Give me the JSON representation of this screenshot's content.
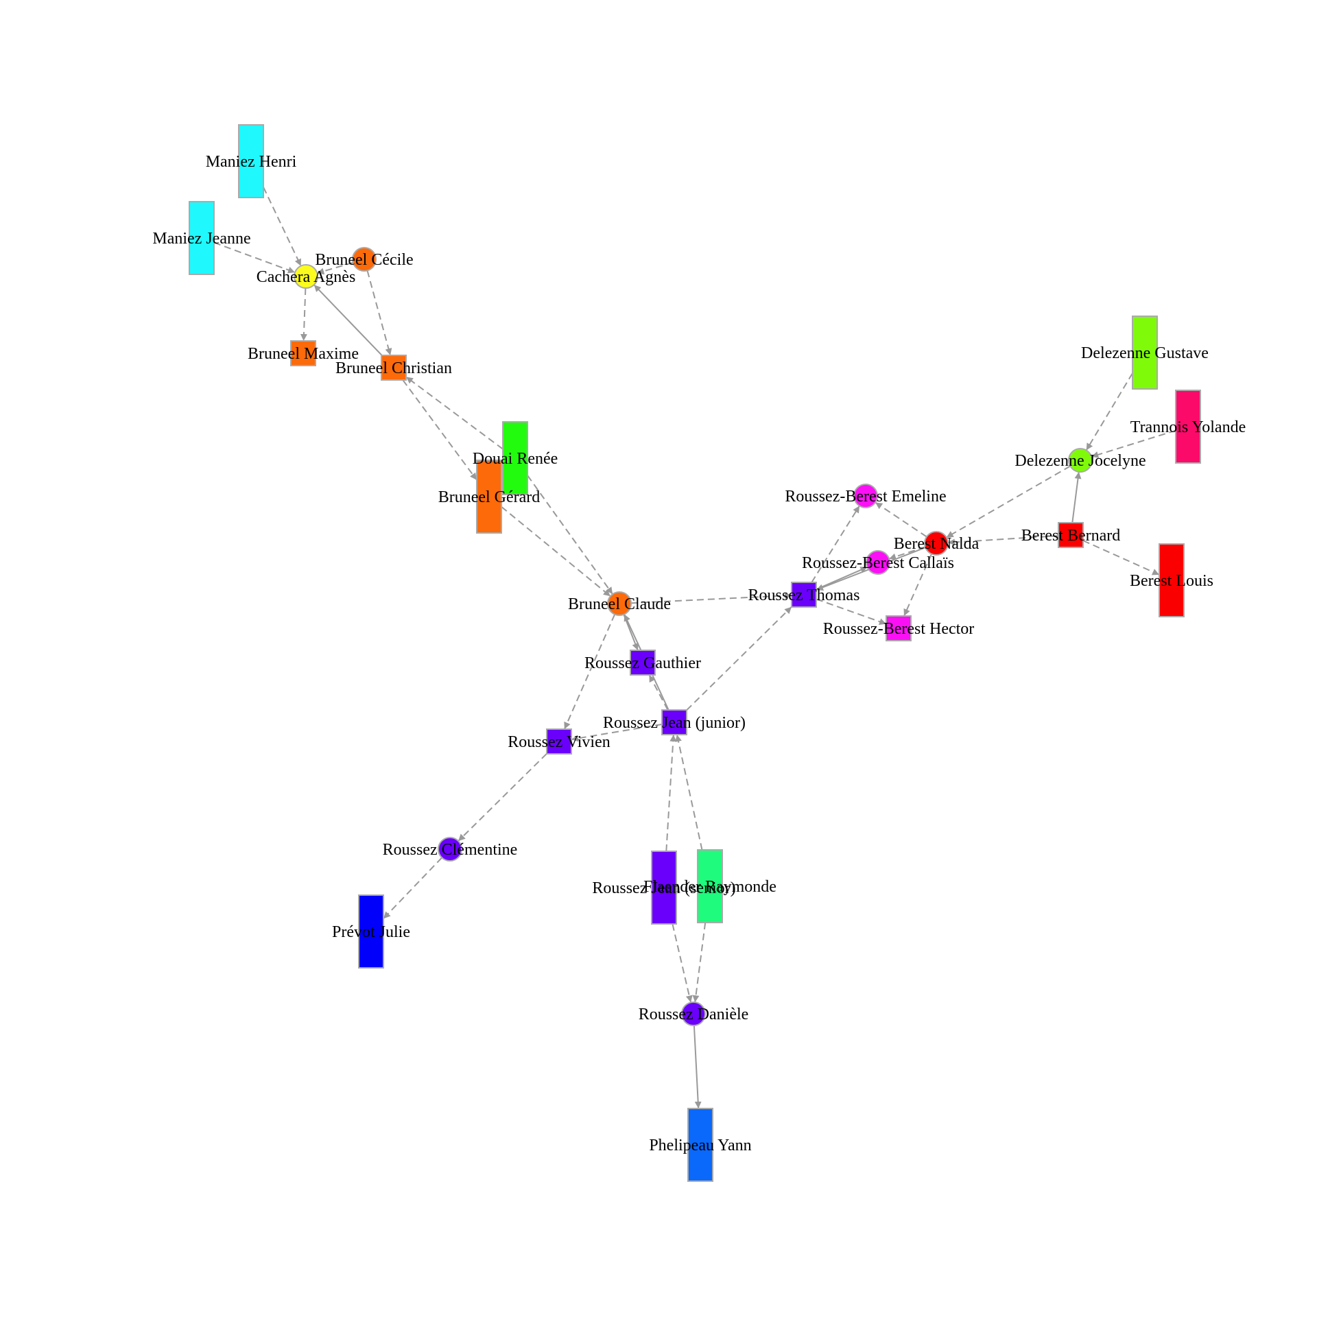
{
  "nodes": [
    {
      "id": "maniez-henri",
      "label": "Maniez Henri",
      "shape": "rect-tall",
      "color": "#1ff8fc"
    },
    {
      "id": "maniez-jeanne",
      "label": "Maniez Jeanne",
      "shape": "rect-tall",
      "color": "#1ff8fc"
    },
    {
      "id": "bruneel-cecile",
      "label": "Bruneel Cécile",
      "shape": "circle",
      "color": "#fc6a0a"
    },
    {
      "id": "cachera-agnes",
      "label": "Cachera Agnès",
      "shape": "circle",
      "color": "#fbfc1d"
    },
    {
      "id": "bruneel-maxime",
      "label": "Bruneel Maxime",
      "shape": "square",
      "color": "#fc6a0a"
    },
    {
      "id": "bruneel-christian",
      "label": "Bruneel Christian",
      "shape": "square",
      "color": "#fc6a0a"
    },
    {
      "id": "douai-renee",
      "label": "Douai Renée",
      "shape": "rect-tall",
      "color": "#22fb0e"
    },
    {
      "id": "bruneel-gerard",
      "label": "Bruneel Gérard",
      "shape": "rect-tall",
      "color": "#fc6a0a"
    },
    {
      "id": "bruneel-claude",
      "label": "Bruneel Claude",
      "shape": "circle",
      "color": "#fc6a0a"
    },
    {
      "id": "roussez-gauthier",
      "label": "Roussez Gauthier",
      "shape": "square",
      "color": "#6a00fb"
    },
    {
      "id": "roussez-jean-junior",
      "label": "Roussez Jean (junior)",
      "shape": "square",
      "color": "#6a00fb"
    },
    {
      "id": "roussez-vivien",
      "label": "Roussez Vivien",
      "shape": "square",
      "color": "#6a00fb"
    },
    {
      "id": "roussez-clementine",
      "label": "Roussez Clémentine",
      "shape": "circle",
      "color": "#6a00fb"
    },
    {
      "id": "prevot-julie",
      "label": "Prévot Julie",
      "shape": "rect-tall",
      "color": "#0000fb"
    },
    {
      "id": "roussez-jean-senior",
      "label": "Roussez Jean (senior)",
      "shape": "rect-tall",
      "color": "#6a00fb"
    },
    {
      "id": "flaender-raymonde",
      "label": "Flaender Raymonde",
      "shape": "rect-tall",
      "color": "#1efb7d"
    },
    {
      "id": "roussez-daniele",
      "label": "Roussez Danièle",
      "shape": "circle",
      "color": "#6a00fb"
    },
    {
      "id": "phelipeau-yann",
      "label": "Phelipeau Yann",
      "shape": "rect-tall",
      "color": "#0a68fb"
    },
    {
      "id": "roussez-thomas",
      "label": "Roussez Thomas",
      "shape": "square",
      "color": "#6a00fb"
    },
    {
      "id": "roussez-berest-emeline",
      "label": "Roussez-Berest Emeline",
      "shape": "circle",
      "color": "#fb10f5"
    },
    {
      "id": "roussez-berest-callais",
      "label": "Roussez-Berest Callaïs",
      "shape": "circle",
      "color": "#fb10f5"
    },
    {
      "id": "roussez-berest-hector",
      "label": "Roussez-Berest Hector",
      "shape": "square",
      "color": "#fb10f5"
    },
    {
      "id": "berest-nalda",
      "label": "Berest Nalda",
      "shape": "circle",
      "color": "#fb0000"
    },
    {
      "id": "berest-bernard",
      "label": "Berest Bernard",
      "shape": "square",
      "color": "#fb0000"
    },
    {
      "id": "berest-louis",
      "label": "Berest Louis",
      "shape": "rect-tall",
      "color": "#fb0000"
    },
    {
      "id": "delezenne-jocelyne",
      "label": "Delezenne Jocelyne",
      "shape": "circle",
      "color": "#7ffb0a"
    },
    {
      "id": "delezenne-gustave",
      "label": "Delezenne Gustave",
      "shape": "rect-tall",
      "color": "#7ffb0a"
    },
    {
      "id": "trannois-yolande",
      "label": "Trannois Yolande",
      "shape": "rect-tall",
      "color": "#fb0a6a"
    }
  ],
  "edges": [
    {
      "from": "maniez-henri",
      "to": "cachera-agnes",
      "style": "dashed"
    },
    {
      "from": "maniez-jeanne",
      "to": "cachera-agnes",
      "style": "dashed"
    },
    {
      "from": "bruneel-cecile",
      "to": "cachera-agnes",
      "style": "dashed"
    },
    {
      "from": "cachera-agnes",
      "to": "bruneel-maxime",
      "style": "dashed"
    },
    {
      "from": "bruneel-cecile",
      "to": "bruneel-christian",
      "style": "dashed"
    },
    {
      "from": "bruneel-christian",
      "to": "cachera-agnes",
      "style": "solid"
    },
    {
      "from": "douai-renee",
      "to": "bruneel-christian",
      "style": "dashed"
    },
    {
      "from": "bruneel-christian",
      "to": "bruneel-gerard",
      "style": "dashed"
    },
    {
      "from": "bruneel-gerard",
      "to": "bruneel-claude",
      "style": "dashed"
    },
    {
      "from": "douai-renee",
      "to": "bruneel-claude",
      "style": "dashed"
    },
    {
      "from": "bruneel-claude",
      "to": "roussez-thomas",
      "style": "dashed"
    },
    {
      "from": "bruneel-claude",
      "to": "roussez-gauthier",
      "style": "solid"
    },
    {
      "from": "roussez-jean-junior",
      "to": "bruneel-claude",
      "style": "solid"
    },
    {
      "from": "bruneel-claude",
      "to": "roussez-vivien",
      "style": "dashed"
    },
    {
      "from": "roussez-jean-junior",
      "to": "roussez-gauthier",
      "style": "dashed"
    },
    {
      "from": "roussez-jean-junior",
      "to": "roussez-vivien",
      "style": "dashed"
    },
    {
      "from": "roussez-jean-junior",
      "to": "roussez-thomas",
      "style": "dashed"
    },
    {
      "from": "roussez-vivien",
      "to": "roussez-clementine",
      "style": "dashed"
    },
    {
      "from": "roussez-clementine",
      "to": "prevot-julie",
      "style": "dashed"
    },
    {
      "from": "roussez-jean-senior",
      "to": "roussez-jean-junior",
      "style": "dashed"
    },
    {
      "from": "flaender-raymonde",
      "to": "roussez-jean-junior",
      "style": "dashed"
    },
    {
      "from": "roussez-jean-senior",
      "to": "roussez-daniele",
      "style": "dashed"
    },
    {
      "from": "flaender-raymonde",
      "to": "roussez-daniele",
      "style": "dashed"
    },
    {
      "from": "roussez-daniele",
      "to": "phelipeau-yann",
      "style": "solid"
    },
    {
      "from": "roussez-thomas",
      "to": "roussez-berest-emeline",
      "style": "dashed"
    },
    {
      "from": "roussez-thomas",
      "to": "roussez-berest-callais",
      "style": "solid"
    },
    {
      "from": "roussez-thomas",
      "to": "roussez-berest-hector",
      "style": "dashed"
    },
    {
      "from": "berest-nalda",
      "to": "roussez-thomas",
      "style": "solid"
    },
    {
      "from": "berest-nalda",
      "to": "roussez-berest-emeline",
      "style": "dashed"
    },
    {
      "from": "berest-nalda",
      "to": "roussez-berest-callais",
      "style": "dashed"
    },
    {
      "from": "berest-nalda",
      "to": "roussez-berest-hector",
      "style": "dashed"
    },
    {
      "from": "berest-bernard",
      "to": "berest-nalda",
      "style": "dashed"
    },
    {
      "from": "berest-bernard",
      "to": "berest-louis",
      "style": "dashed"
    },
    {
      "from": "berest-bernard",
      "to": "delezenne-jocelyne",
      "style": "solid"
    },
    {
      "from": "delezenne-jocelyne",
      "to": "berest-nalda",
      "style": "dashed"
    },
    {
      "from": "delezenne-gustave",
      "to": "delezenne-jocelyne",
      "style": "dashed"
    },
    {
      "from": "trannois-yolande",
      "to": "delezenne-jocelyne",
      "style": "dashed"
    }
  ],
  "colors": {
    "edge": "#999999",
    "border": "#aaaaaa",
    "text": "#000000"
  }
}
